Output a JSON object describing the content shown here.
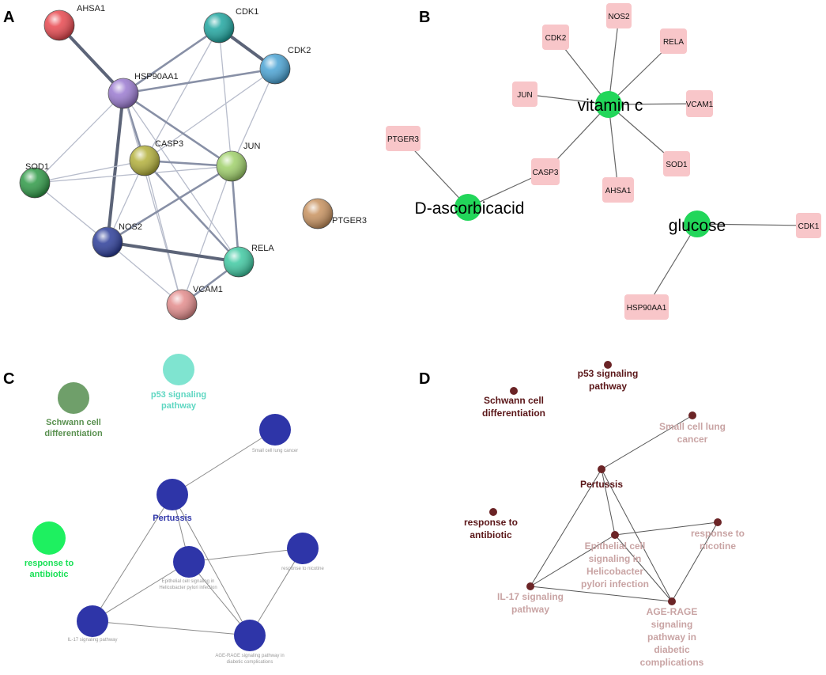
{
  "panels": {
    "a": {
      "letter": "A",
      "nodes": [
        {
          "id": "AHSA1",
          "label": "AHSA1",
          "color": "#e8484f"
        },
        {
          "id": "CDK1",
          "label": "CDK1",
          "color": "#1fa6a0"
        },
        {
          "id": "CDK2",
          "label": "CDK2",
          "color": "#4aa3d4"
        },
        {
          "id": "HSP90AA1",
          "label": "HSP90AA1",
          "color": "#9a7ad0"
        },
        {
          "id": "CASP3",
          "label": "CASP3",
          "color": "#b3b03a"
        },
        {
          "id": "JUN",
          "label": "JUN",
          "color": "#9fd06a"
        },
        {
          "id": "SOD1",
          "label": "SOD1",
          "color": "#2f9a47"
        },
        {
          "id": "PTGER3",
          "label": "PTGER3",
          "color": "#c8925f"
        },
        {
          "id": "NOS2",
          "label": "NOS2",
          "color": "#2c3d99"
        },
        {
          "id": "RELA",
          "label": "RELA",
          "color": "#3fc9a2"
        },
        {
          "id": "VCAM1",
          "label": "VCAM1",
          "color": "#e38c8c"
        }
      ],
      "edges": [
        [
          "AHSA1",
          "HSP90AA1",
          3
        ],
        [
          "CDK1",
          "CDK2",
          3
        ],
        [
          "CDK1",
          "HSP90AA1",
          2
        ],
        [
          "CDK1",
          "CASP3",
          1
        ],
        [
          "CDK1",
          "JUN",
          1
        ],
        [
          "CDK2",
          "HSP90AA1",
          2
        ],
        [
          "CDK2",
          "CASP3",
          1
        ],
        [
          "CDK2",
          "JUN",
          1
        ],
        [
          "HSP90AA1",
          "CASP3",
          2
        ],
        [
          "HSP90AA1",
          "JUN",
          2
        ],
        [
          "HSP90AA1",
          "SOD1",
          1
        ],
        [
          "HSP90AA1",
          "NOS2",
          3
        ],
        [
          "HSP90AA1",
          "RELA",
          1
        ],
        [
          "HSP90AA1",
          "VCAM1",
          1
        ],
        [
          "CASP3",
          "JUN",
          2
        ],
        [
          "CASP3",
          "SOD1",
          1
        ],
        [
          "CASP3",
          "NOS2",
          1
        ],
        [
          "CASP3",
          "RELA",
          2
        ],
        [
          "CASP3",
          "VCAM1",
          1
        ],
        [
          "JUN",
          "SOD1",
          1
        ],
        [
          "JUN",
          "NOS2",
          2
        ],
        [
          "JUN",
          "RELA",
          2
        ],
        [
          "JUN",
          "VCAM1",
          1
        ],
        [
          "SOD1",
          "NOS2",
          1
        ],
        [
          "NOS2",
          "RELA",
          3
        ],
        [
          "NOS2",
          "VCAM1",
          1
        ],
        [
          "RELA",
          "VCAM1",
          2
        ]
      ]
    },
    "b": {
      "letter": "B",
      "compounds": [
        {
          "id": "vitc",
          "label": "vitamin c"
        },
        {
          "id": "dasc",
          "label": "D-ascorbicacid"
        },
        {
          "id": "glucose",
          "label": "glucose"
        }
      ],
      "targets": [
        {
          "id": "NOS2",
          "label": "NOS2"
        },
        {
          "id": "CDK2",
          "label": "CDK2"
        },
        {
          "id": "RELA",
          "label": "RELA"
        },
        {
          "id": "JUN",
          "label": "JUN"
        },
        {
          "id": "VCAM1",
          "label": "VCAM1"
        },
        {
          "id": "PTGER3",
          "label": "PTGER3"
        },
        {
          "id": "CASP3",
          "label": "CASP3"
        },
        {
          "id": "SOD1",
          "label": "SOD1"
        },
        {
          "id": "AHSA1",
          "label": "AHSA1"
        },
        {
          "id": "CDK1",
          "label": "CDK1"
        },
        {
          "id": "HSP90AA1",
          "label": "HSP90AA1"
        }
      ],
      "edges": [
        [
          "vitc",
          "NOS2"
        ],
        [
          "vitc",
          "CDK2"
        ],
        [
          "vitc",
          "RELA"
        ],
        [
          "vitc",
          "JUN"
        ],
        [
          "vitc",
          "VCAM1"
        ],
        [
          "vitc",
          "CASP3"
        ],
        [
          "vitc",
          "SOD1"
        ],
        [
          "vitc",
          "AHSA1"
        ],
        [
          "dasc",
          "PTGER3"
        ],
        [
          "dasc",
          "CASP3"
        ],
        [
          "glucose",
          "CDK1"
        ],
        [
          "glucose",
          "HSP90AA1"
        ]
      ],
      "colors": {
        "compound": "#22d65a",
        "target": "#f8c6c9"
      }
    },
    "c": {
      "letter": "C",
      "nodes": [
        {
          "id": "schwann",
          "lines": [
            "Schwann cell",
            "differentiation"
          ],
          "color": "#6f9f6a",
          "labelColor": "#5a9150",
          "bold": true
        },
        {
          "id": "p53",
          "lines": [
            "p53 signaling",
            "pathway"
          ],
          "color": "#7fe4d0",
          "labelColor": "#5fd7c2",
          "bold": true
        },
        {
          "id": "antibiotic",
          "lines": [
            "response to",
            "antibiotic"
          ],
          "color": "#1ef060",
          "labelColor": "#18e055",
          "bold": true
        },
        {
          "id": "sclc",
          "lines": [
            "Small cell lung cancer"
          ],
          "color": "#2e35a8",
          "labelColor": "#9a9a9a",
          "bold": false
        },
        {
          "id": "pertussis",
          "lines": [
            "Pertussis"
          ],
          "color": "#2e35a8",
          "labelColor": "#2e35a8",
          "bold": true
        },
        {
          "id": "epithelial",
          "lines": [
            "Epithelial cell signaling in",
            "Helicobacter pylori infection"
          ],
          "color": "#2e35a8",
          "labelColor": "#9a9a9a",
          "bold": false
        },
        {
          "id": "nicotine",
          "lines": [
            "response to nicotine"
          ],
          "color": "#2e35a8",
          "labelColor": "#9a9a9a",
          "bold": false
        },
        {
          "id": "il17",
          "lines": [
            "IL-17 signaling pathway"
          ],
          "color": "#2e35a8",
          "labelColor": "#9a9a9a",
          "bold": false
        },
        {
          "id": "agerage",
          "lines": [
            "AGE-RAGE signaling pathway in",
            "diabetic complications"
          ],
          "color": "#2e35a8",
          "labelColor": "#9a9a9a",
          "bold": false
        }
      ],
      "edges": [
        [
          "sclc",
          "pertussis"
        ],
        [
          "pertussis",
          "il17"
        ],
        [
          "pertussis",
          "epithelial"
        ],
        [
          "pertussis",
          "agerage"
        ],
        [
          "epithelial",
          "nicotine"
        ],
        [
          "epithelial",
          "il17"
        ],
        [
          "epithelial",
          "agerage"
        ],
        [
          "nicotine",
          "agerage"
        ],
        [
          "il17",
          "agerage"
        ]
      ]
    },
    "d": {
      "letter": "D",
      "nodes": [
        {
          "id": "p53",
          "lines": [
            "p53 signaling",
            "pathway"
          ],
          "labelColor": "#5a1618"
        },
        {
          "id": "schwann",
          "lines": [
            "Schwann cell",
            "differentiation"
          ],
          "labelColor": "#5a1618"
        },
        {
          "id": "sclc",
          "lines": [
            "Small cell lung",
            "cancer"
          ],
          "labelColor": "#c9a4a4"
        },
        {
          "id": "pertussis",
          "lines": [
            "Pertussis"
          ],
          "labelColor": "#5a1618"
        },
        {
          "id": "antibiotic",
          "lines": [
            "response to",
            "antibiotic"
          ],
          "labelColor": "#5a1618"
        },
        {
          "id": "nicotine",
          "lines": [
            "response to",
            "nicotine"
          ],
          "labelColor": "#c9a4a4"
        },
        {
          "id": "epithelial",
          "lines": [
            "Epithelial cell",
            "signaling in",
            "Helicobacter",
            "pylori infection"
          ],
          "labelColor": "#c9a4a4"
        },
        {
          "id": "il17",
          "lines": [
            "IL-17 signaling",
            "pathway"
          ],
          "labelColor": "#c9a4a4"
        },
        {
          "id": "agerage",
          "lines": [
            "AGE-RAGE",
            "signaling",
            "pathway in",
            "diabetic",
            "complications"
          ],
          "labelColor": "#c9a4a4"
        }
      ],
      "edges": [
        [
          "sclc",
          "pertussis"
        ],
        [
          "pertussis",
          "il17"
        ],
        [
          "pertussis",
          "epithelial"
        ],
        [
          "pertussis",
          "agerage"
        ],
        [
          "epithelial",
          "nicotine"
        ],
        [
          "epithelial",
          "il17"
        ],
        [
          "epithelial",
          "agerage"
        ],
        [
          "nicotine",
          "agerage"
        ],
        [
          "il17",
          "agerage"
        ]
      ],
      "colors": {
        "node": "#6b2426"
      }
    }
  }
}
